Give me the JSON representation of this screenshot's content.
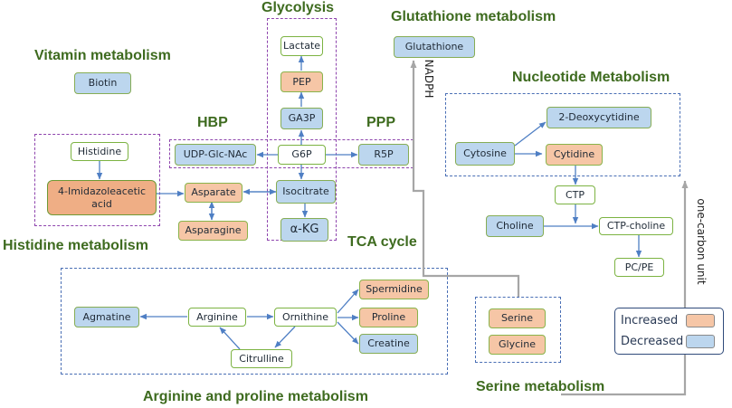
{
  "pathways": {
    "glycolysis": "Glycolysis",
    "glutathione": "Glutathione metabolism",
    "vitamin": "Vitamin metabolism",
    "nucleotide": "Nucleotide Metabolism",
    "hbp": "HBP",
    "ppp": "PPP",
    "histidine": "Histidine metabolism",
    "tca": "TCA cycle",
    "arginine_proline": "Arginine and proline metabolism",
    "serine": "Serine metabolism"
  },
  "metabolites": {
    "lactate": "Lactate",
    "pep": "PEP",
    "ga3p": "GA3P",
    "g6p": "G6P",
    "udp_glc_nac": "UDP-Glc-NAc",
    "r5p": "R5P",
    "glutathione": "Glutathione",
    "biotin": "Biotin",
    "histidine": "Histidine",
    "imidazoleacetic": "4-Imidazoleacetic acid",
    "asparate": "Asparate",
    "asparagine": "Asparagine",
    "isocitrate": "Isocitrate",
    "akg": "α-KG",
    "deoxycytidine": "2-Deoxycytidine",
    "cytosine": "Cytosine",
    "cytidine": "Cytidine",
    "ctp": "CTP",
    "choline": "Choline",
    "ctp_choline": "CTP-choline",
    "pc_pe": "PC/PE",
    "agmatine": "Agmatine",
    "arginine": "Arginine",
    "ornithine": "Ornithine",
    "spermidine": "Spermidine",
    "proline": "Proline",
    "creatine": "Creatine",
    "citrulline": "Citrulline",
    "serine": "Serine",
    "glycine": "Glycine"
  },
  "labels": {
    "nadph": "NADPH",
    "one_carbon": "one-carbon unit"
  },
  "legend": {
    "increased": "Increased",
    "decreased": "Decreased"
  },
  "colors": {
    "increased": "#f6c6a6",
    "decreased": "#bcd6ee",
    "title_green": "#3e6b1f",
    "region_purple": "#8e44ad",
    "region_blue": "#4a6fb5",
    "arrow_blue": "#4f7fc4",
    "connector_gray": "#a6a6a6"
  }
}
